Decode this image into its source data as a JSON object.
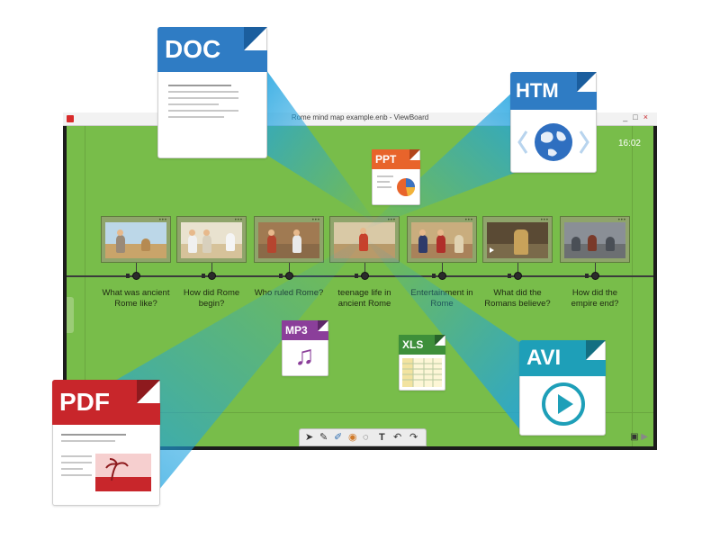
{
  "window": {
    "title": "Rome mind map example.enb - ViewBoard",
    "controls": [
      "_",
      "□",
      "×"
    ],
    "clock": "16:02"
  },
  "timeline": {
    "items": [
      {
        "label": "What was ancient Rome like?"
      },
      {
        "label": "How did Rome begin?"
      },
      {
        "label": "Who ruled Rome?"
      },
      {
        "label": "teenage life in ancient Rome"
      },
      {
        "label": "Entertainment in Rome"
      },
      {
        "label": "What did the Romans believe?"
      },
      {
        "label": "How did the empire end?"
      }
    ]
  },
  "toolbar": {
    "tools": [
      "pointer-icon",
      "pen-icon",
      "highlighter-icon",
      "fill-icon",
      "eraser-icon",
      "text-icon",
      "undo-icon",
      "redo-icon"
    ]
  },
  "file_types": {
    "doc": "DOC",
    "htm": "HTM",
    "ppt": "PPT",
    "mp3": "MP3",
    "xls": "XLS",
    "pdf": "PDF",
    "avi": "AVI"
  },
  "colors": {
    "board_green": "#78bd4a",
    "doc_blue": "#2f7cc4",
    "htm_blue": "#2f7cc4",
    "ppt_orange": "#e8642b",
    "mp3_purple": "#8b3f9a",
    "xls_green": "#3e8f3a",
    "pdf_red": "#c8262b",
    "avi_teal": "#1e9fb8",
    "beam_blue": "#1fa3e0"
  }
}
